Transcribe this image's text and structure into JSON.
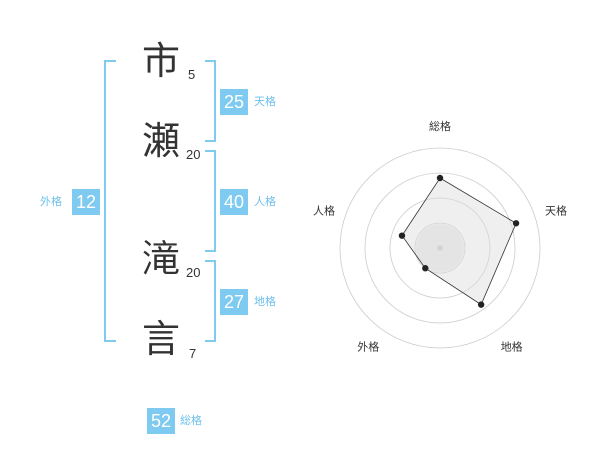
{
  "name": {
    "characters": [
      {
        "char": "市",
        "strokes": "5"
      },
      {
        "char": "瀬",
        "strokes": "20"
      },
      {
        "char": "滝",
        "strokes": "20"
      },
      {
        "char": "言",
        "strokes": "7"
      }
    ]
  },
  "grids": {
    "tenkaku": {
      "value": "25",
      "label": "天格"
    },
    "jinkaku": {
      "value": "40",
      "label": "人格"
    },
    "chikaku": {
      "value": "27",
      "label": "地格"
    },
    "gaikaku": {
      "value": "12",
      "label": "外格"
    },
    "soukaku": {
      "value": "52",
      "label": "総格"
    }
  },
  "colors": {
    "accent": "#7fcaf0",
    "text": "#333333",
    "radar_fill": "#f0f0f0",
    "ring": "#cccccc"
  },
  "chart_data": {
    "type": "radar",
    "axes": [
      "総格",
      "天格",
      "地格",
      "外格",
      "人格"
    ],
    "values": [
      0.7,
      0.8,
      0.7,
      0.25,
      0.4
    ],
    "max": 1.0,
    "rings": 4
  }
}
